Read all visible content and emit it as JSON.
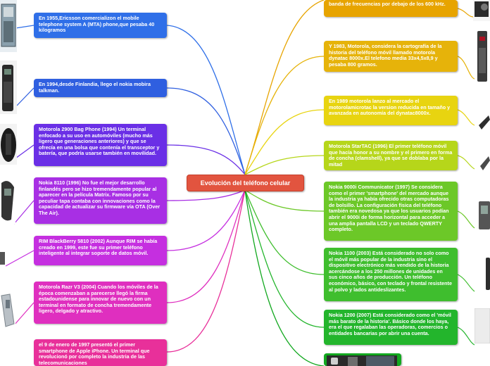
{
  "center_topic": "Evolución del teléfono celular",
  "left_branches": [
    {
      "text": "En 1955,Ericsson comercializon el mobile telephone system A (MTA) phone,que pesaba 40 kilogramos",
      "color": "#2f6fe8"
    },
    {
      "text": "En 1994,desde Finlandia, llego el nokia mobira talkman.",
      "color": "#2f5fe0"
    },
    {
      "text": "Motorola 2900 Bag Phone (1994) Un terminal enfocado a su uso en automóviles (mucho más ligero que generaciones anteriores) y que se ofrecía en una bolsa que contenía el transceptor y batería, que podría usarse también en movilidad.",
      "color": "#6a2fe6"
    },
    {
      "text": "Nokia 8110 (1996) No fue el mejor desarrollo finlandés pero se hizo tremendamente popular al aparecer en la película Matrix. Famoso por su peculiar tapa contaba con innovaciones como la capacidad de actualizar su firmware vía OTA (Over The Air).",
      "color": "#a82fe4"
    },
    {
      "text": "RIM BlackBerry 5810 (2002) Aunque RIM se había creado en 1999, este fue su primer teléfono inteligente al integrar soporte de datos móvil.",
      "color": "#c52fe0"
    },
    {
      "text": "Motorola Razr V3 (2004) Cuando los móviles de la época comenzaban a parecerse llegó la firma estadounidense para innovar de nuevo con un terminal en formato de concha tremendamente ligero, delgado y atractivo.",
      "color": "#df2fbf"
    },
    {
      "text": "el 9 de enero de 1997 presentó el primer smartphone de Apple iPhone. Un terminal que revolucionó por completo la industria de las telecomunicaciones",
      "color": "#e8309a"
    }
  ],
  "right_branches": [
    {
      "text": "banda de frecuencias por debajo de los 600 kHz.",
      "color": "#e7a400"
    },
    {
      "text": "Y 1983, Motorola, considera la cartografía de la historia del teléfono móvil llamado motorola dynatac 8000x.El telefono media 33x4,5x8,9 y pesaba 800 gramos.",
      "color": "#e6b30a"
    },
    {
      "text": "En 1989 motorola lanzo al mercado el motorolamicrotac la version reducida en tamaño y avanzada en autonomía del dynatac8000x.",
      "color": "#e8d410"
    },
    {
      "text": "Motorola StarTAC (1996) El primer teléfono móvil que hacía honor a su nombre y el primero en forma de concha (clamshell), ya que se doblaba por la mitad",
      "color": "#b6d61a"
    },
    {
      "text": "Nokia 9000i Communicator (1997) Se considera como el primer 'smartphone' del mercado aunque la industria ya había ofrecido otras computadoras de bolsillo. La configuración física del teléfono también era novedosa ya que los usuarios podían abrir el 9000i de forma horizontal para acceder a una amplia pantalla LCD y un teclado QWERTY completo.",
      "color": "#6cc828"
    },
    {
      "text": "Nokia 1100 (2003) Está considerado no solo como el móvil más popular de la industria sino el dispositivo electrónico más vendido de la historia acercándose a los 250 millones de unidades en sus cinco años de producción. Un teléfono económico, básico, con teclado y frontal resistente al polvo y lados antideslizantes.",
      "color": "#3fbe2e"
    },
    {
      "text": "Nokia 1200 (2007) Está considerado como el 'móvil más barato de la historia'. Básico donde los haya, era el que regalaban las operadoras, comercios o entidades bancarias por abrir una cuenta.",
      "color": "#23b52c"
    },
    {
      "text": "",
      "color": "#12a81f"
    }
  ]
}
